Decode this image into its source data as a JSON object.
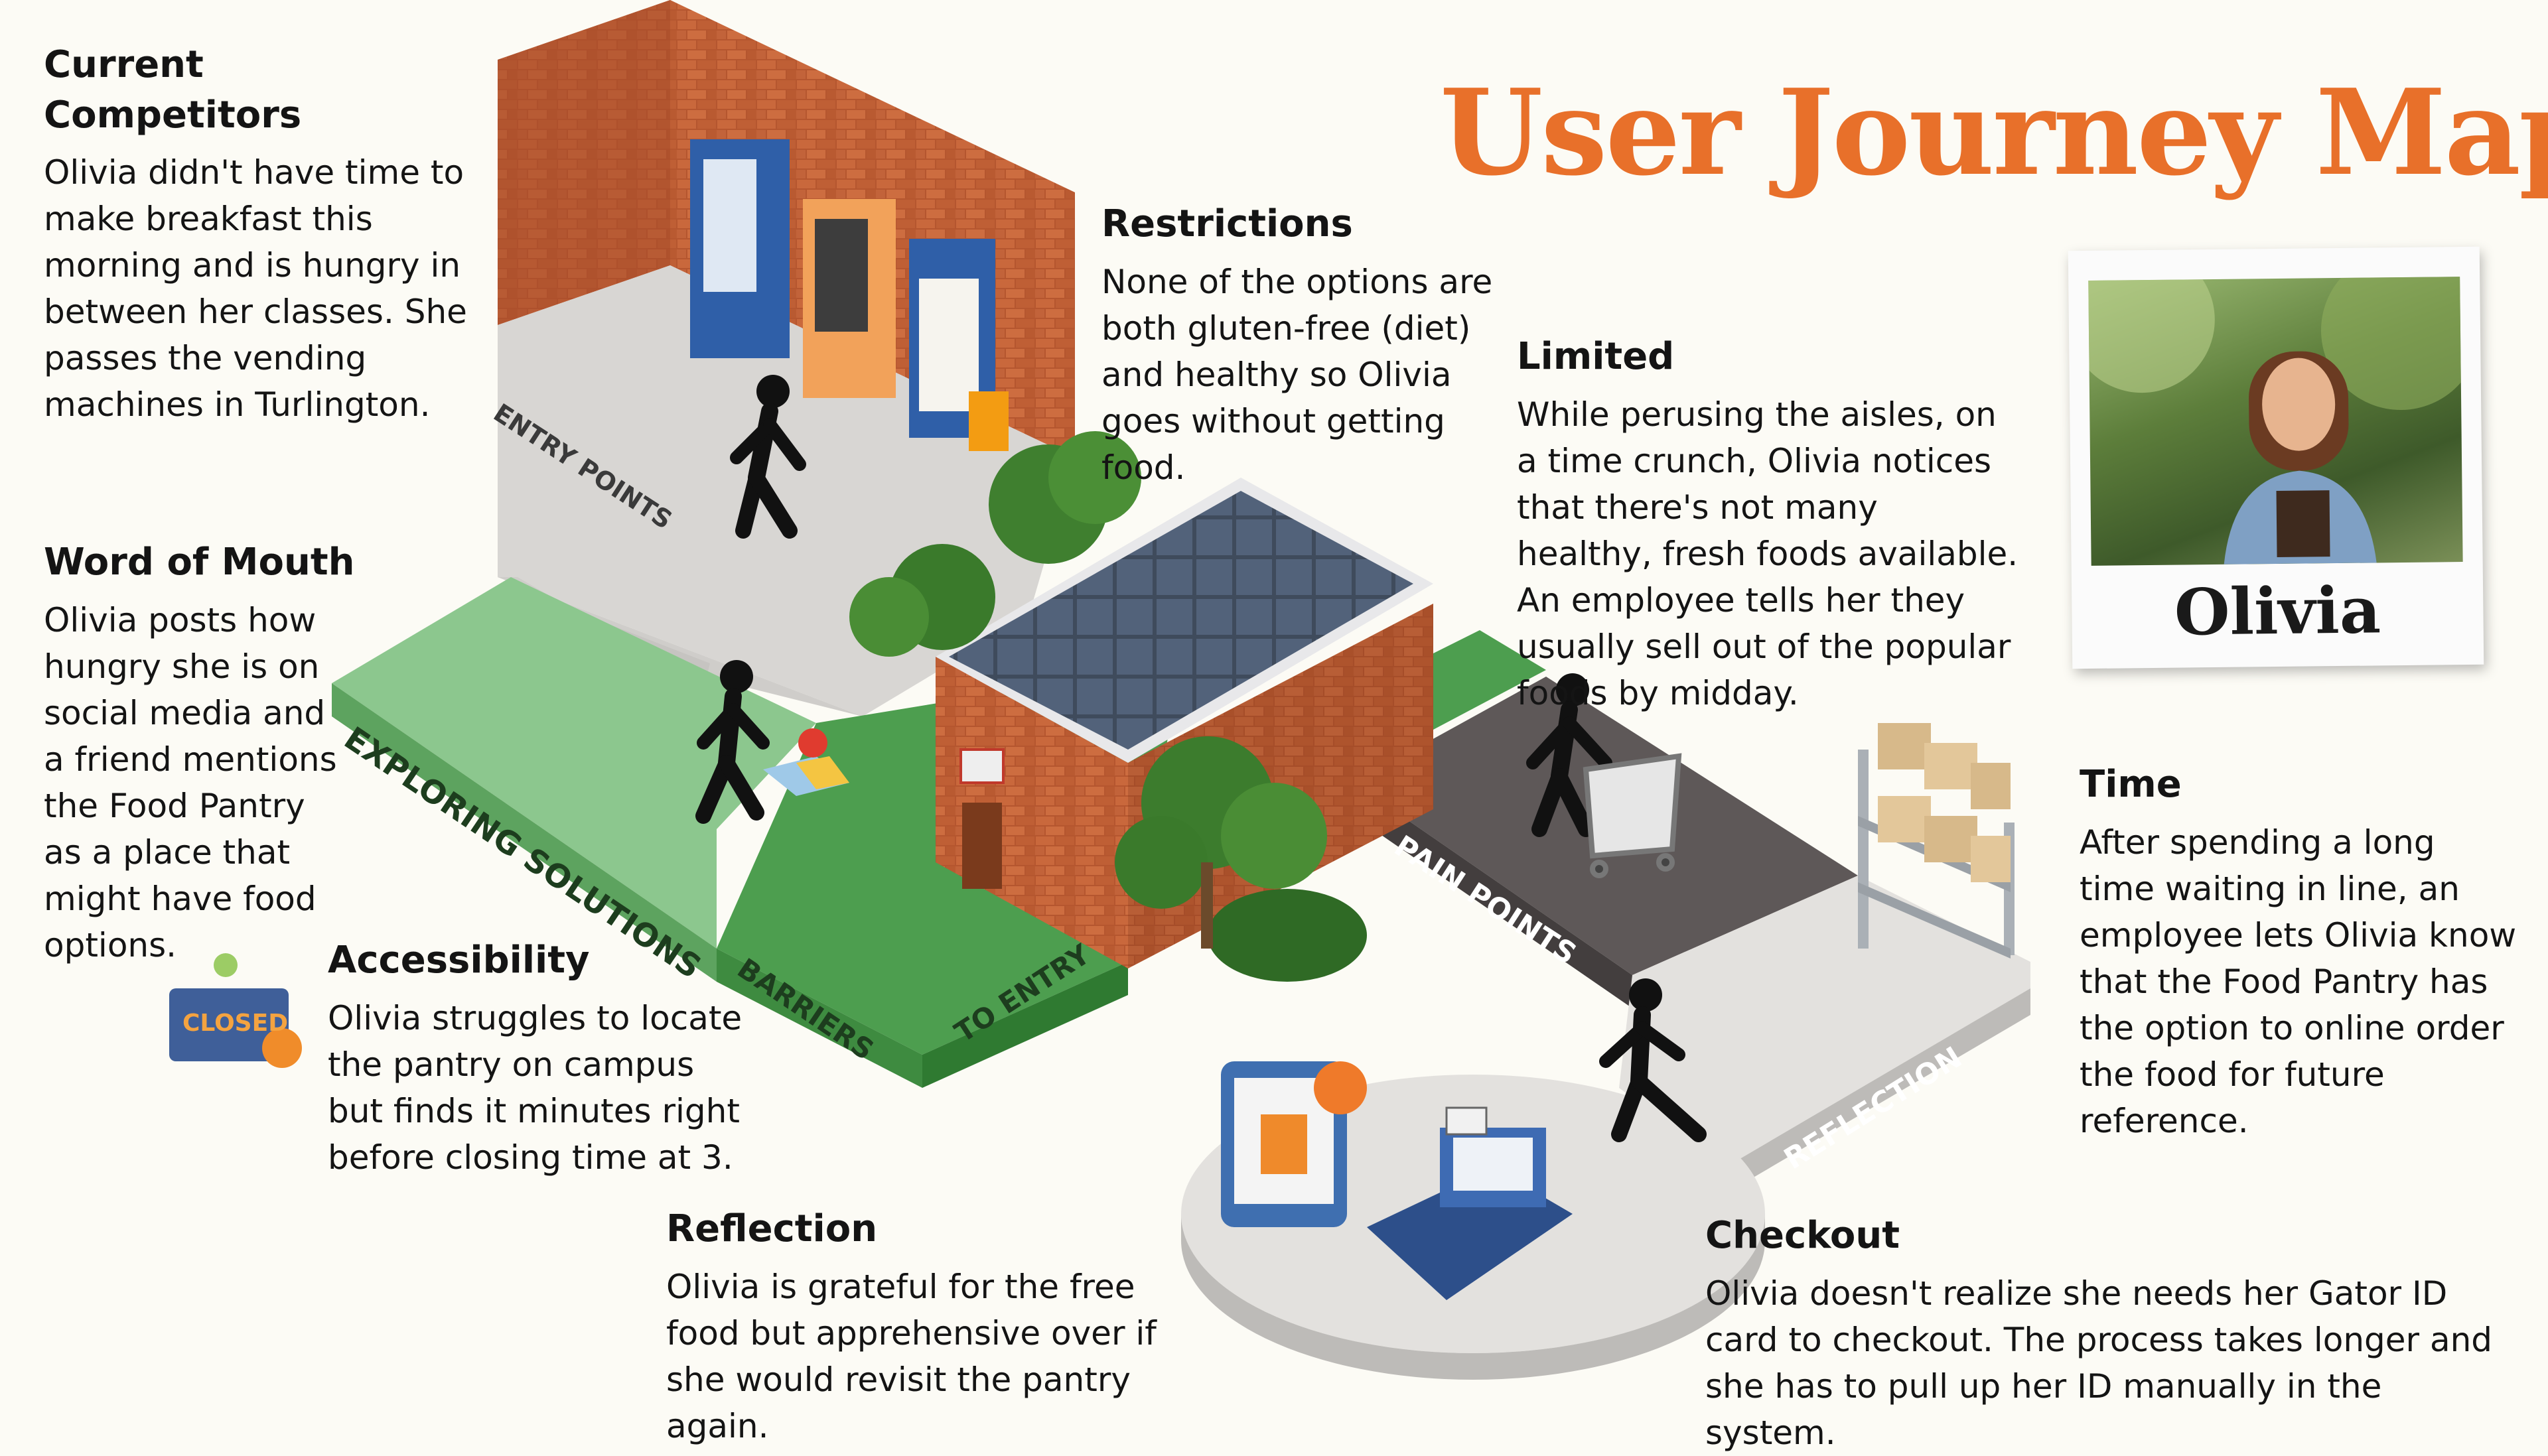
{
  "title": "User Journey Map",
  "persona": {
    "name": "Olivia"
  },
  "stages": {
    "entry_points": "ENTRY POINTS",
    "exploring_solutions": "EXPLORING SOLUTIONS",
    "barriers": "BARRIERS",
    "to_entry": "TO ENTRY",
    "pain_points": "PAIN POINTS",
    "reflection": "REFLECTION"
  },
  "closed_sign": "CLOSED",
  "blocks": {
    "current_competitors": {
      "heading": "Current Competitors",
      "body": "Olivia didn't have time to make breakfast this morning and is hungry in between her classes. She passes the vending machines in Turlington."
    },
    "restrictions": {
      "heading": "Restrictions",
      "body": "None of the options are both gluten-free (diet) and healthy so Olivia goes without getting food."
    },
    "limited": {
      "heading": "Limited",
      "body": "While perusing the aisles, on a time crunch, Olivia notices that there's not many healthy, fresh foods available. An employee tells her they usually sell out of the popular foods by midday."
    },
    "word_of_mouth": {
      "heading": "Word of Mouth",
      "body": "Olivia posts how hungry she is on social media and a friend mentions the Food Pantry as a place that might have food options."
    },
    "accessibility": {
      "heading": "Accessibility",
      "body": "Olivia struggles to locate the pantry on campus but finds it minutes right before closing time at 3."
    },
    "time": {
      "heading": "Time",
      "body": "After spending a long time waiting in line, an employee lets Olivia know that the Food Pantry has the option to online order the food for future reference."
    },
    "reflection": {
      "heading": "Reflection",
      "body": "Olivia is grateful for the free food but apprehensive over if she would revisit the pantry again."
    },
    "checkout": {
      "heading": "Checkout",
      "body": "Olivia doesn't realize she needs her Gator ID card to checkout. The process takes longer and she has to pull up her ID manually in the system."
    }
  }
}
